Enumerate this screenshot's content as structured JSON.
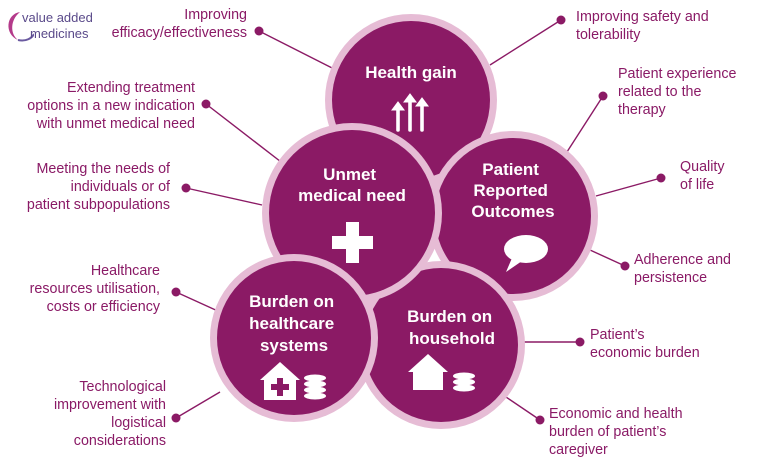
{
  "logo": {
    "line1": "value added",
    "line2": "medicines"
  },
  "circles": {
    "health_gain": [
      "Health gain"
    ],
    "unmet_need": [
      "Unmet",
      "medical need"
    ],
    "pro": [
      "Patient",
      "Reported",
      "Outcomes"
    ],
    "burden_systems": [
      "Burden on",
      "healthcare",
      "systems"
    ],
    "burden_household": [
      "Burden on",
      "household"
    ]
  },
  "labels": {
    "efficacy": [
      "Improving",
      "efficacy/effectiveness"
    ],
    "safety": [
      "Improving safety and",
      "tolerability"
    ],
    "extending": [
      "Extending treatment",
      "options in a new indication",
      "with unmet medical need"
    ],
    "meeting": [
      "Meeting the needs of",
      "individuals or of",
      "patient subpopulations"
    ],
    "experience": [
      "Patient experience",
      "related to the",
      "therapy"
    ],
    "quality": [
      "Quality",
      "of life"
    ],
    "adherence": [
      "Adherence and",
      "persistence"
    ],
    "resources": [
      "Healthcare",
      "resources utilisation,",
      "costs or efficiency"
    ],
    "technological": [
      "Technological",
      "improvement with",
      "logistical",
      "considerations"
    ],
    "economic_burden": [
      "Patient’s",
      "economic burden"
    ],
    "caregiver": [
      "Economic and health",
      "burden of patient’s",
      "caregiver"
    ]
  },
  "colors": {
    "circle_fill": "#8b1a65",
    "circle_ring": "#e6bcd5",
    "label_text": "#8a1a66",
    "connector": "#8b1a65",
    "logo_text": "#5a4a8a"
  }
}
